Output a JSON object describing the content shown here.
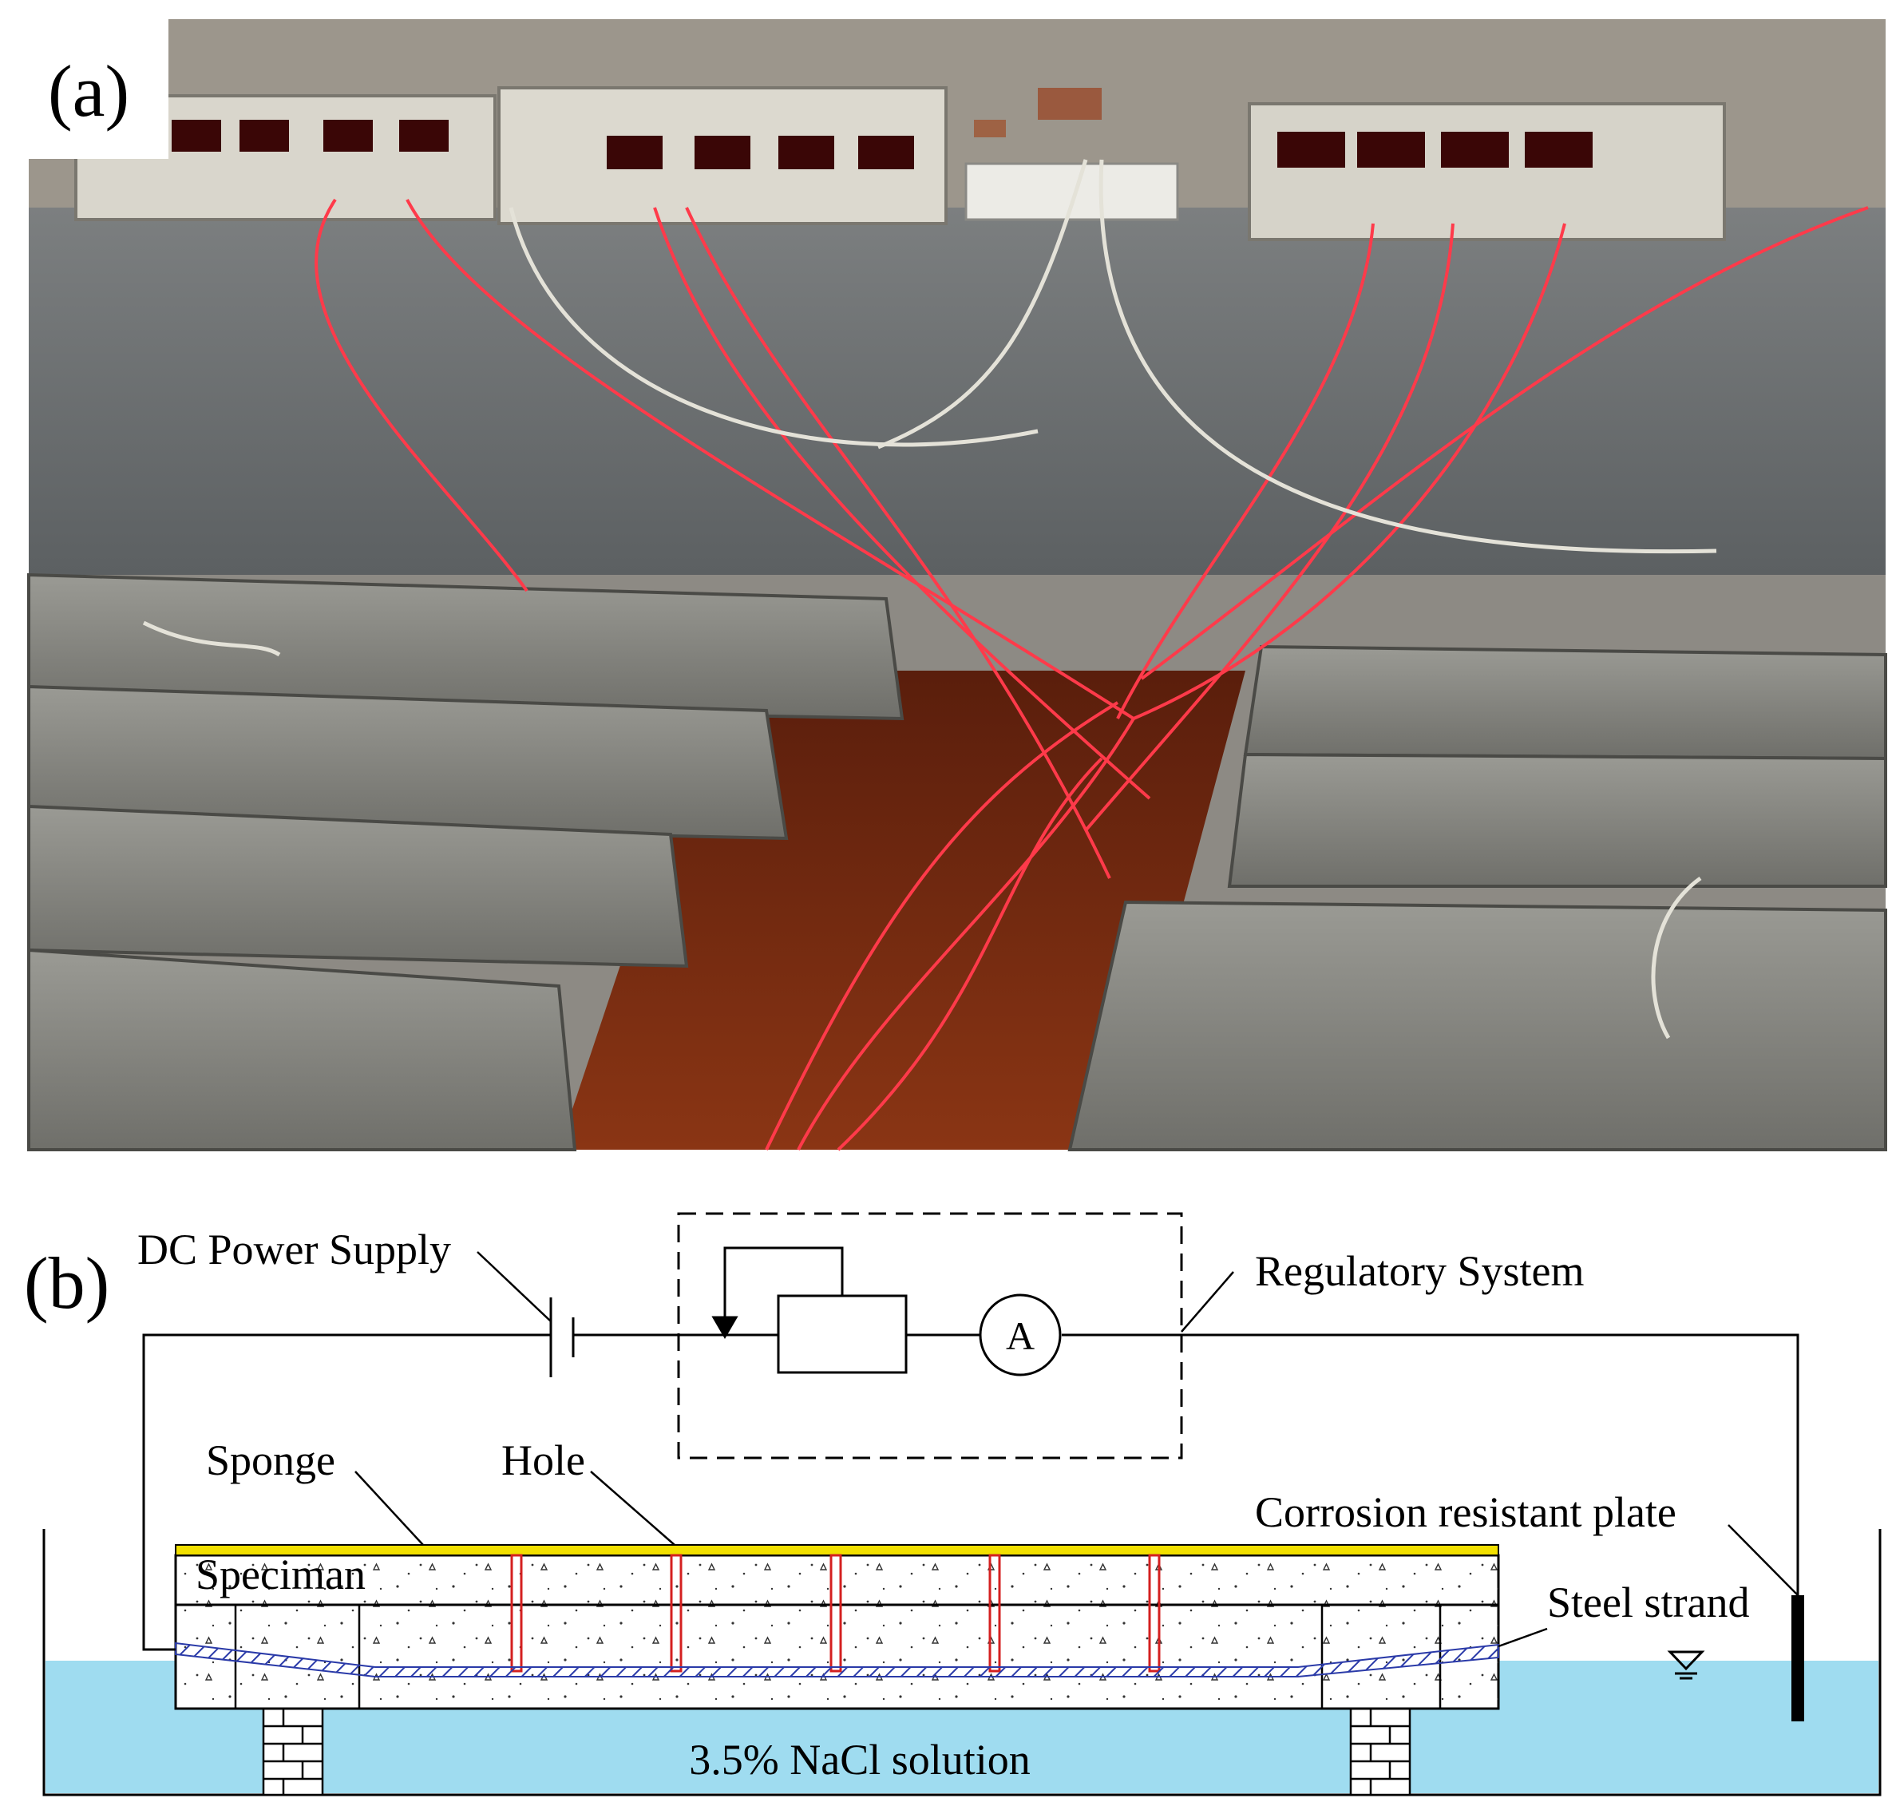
{
  "panel_a": {
    "label": "(a)"
  },
  "panel_b": {
    "label": "(b)",
    "labels": {
      "dc_power_supply": "DC Power Supply",
      "regulatory_system": "Regulatory System",
      "ammeter": "A",
      "sponge": "Sponge",
      "hole": "Hole",
      "corrosion_resistant_plate": "Corrosion resistant plate",
      "specimen": "Speciman",
      "steel_strand": "Steel strand",
      "solution": "3.5% NaCl solution"
    }
  },
  "colors": {
    "solution": "#9fdcf0",
    "sponge": "#f2e000",
    "hole": "#d42020",
    "strand": "#2a3aa8",
    "wire_red": "#ff3a4a",
    "concrete": "#8b8b87",
    "rust_water": "#7a2a12"
  }
}
